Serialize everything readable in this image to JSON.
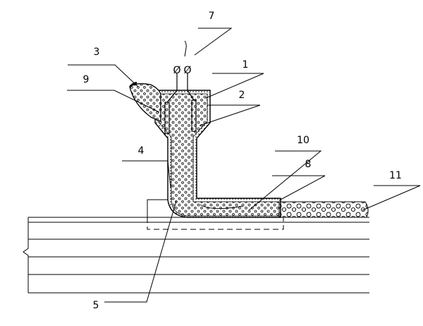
{
  "labels": {
    "l1": "1",
    "l2": "2",
    "l3": "3",
    "l4": "4",
    "l5": "5",
    "l7": "7",
    "l8": "8",
    "l9": "9",
    "l10": "10",
    "l11": "11"
  },
  "terminals": {
    "left": "Ø",
    "right": "Ø"
  },
  "colors": {
    "line": "#000000",
    "fill": "#ffffff"
  }
}
